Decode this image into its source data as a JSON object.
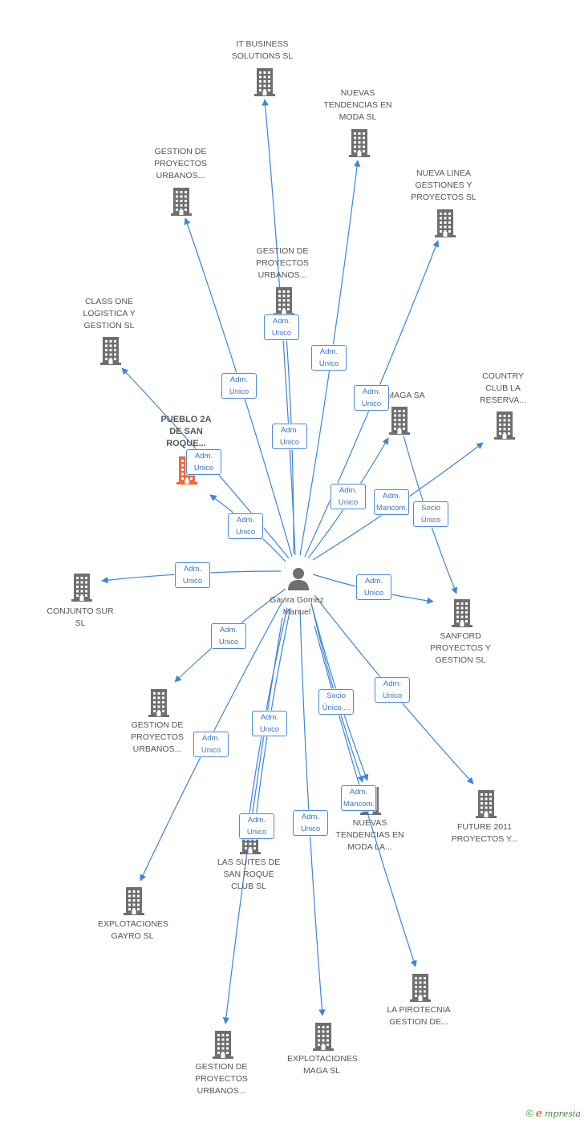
{
  "colors": {
    "edge": "#3f84da",
    "company_icon": "#6f6f6f",
    "focus_icon": "#ef6a3a",
    "person_icon": "#6f6f6f",
    "label_border": "#4a8bd8",
    "label_text": "#3a74c4"
  },
  "person": {
    "name": "Gavira Gomez Manuel",
    "icon": "person-icon"
  },
  "companies": [
    {
      "id": "it-business",
      "label": "IT BUSINESS SOLUTIONS SL",
      "icon": "building-icon"
    },
    {
      "id": "nuevas-tendencias-1",
      "label": "NUEVAS TENDENCIAS EN MODA SL",
      "icon": "building-icon"
    },
    {
      "id": "gestion-urbanos-1",
      "label": "GESTION DE PROYECTOS URBANOS...",
      "icon": "building-icon"
    },
    {
      "id": "nueva-linea",
      "label": "NUEVA LINEA GESTIONES Y PROYECTOS SL",
      "icon": "building-icon"
    },
    {
      "id": "gestion-urbanos-2",
      "label": "GESTION DE PROYECTOS URBANOS...",
      "icon": "building-icon"
    },
    {
      "id": "class-one",
      "label": "CLASS ONE LOGISTICA Y GESTION SL",
      "icon": "building-icon"
    },
    {
      "id": "country-club",
      "label": "COUNTRY CLUB LA RESERVA...",
      "icon": "building-icon"
    },
    {
      "id": "maga-sa",
      "label": "MAGA SA",
      "icon": "building-icon"
    },
    {
      "id": "pueblo-2a",
      "label": "PUEBLO 2A DE SAN ROQUE...",
      "icon": "building-icon",
      "focus": true
    },
    {
      "id": "conjunto-sur",
      "label": "CONJUNTO SUR SL",
      "icon": "building-icon"
    },
    {
      "id": "sanford",
      "label": "SANFORD PROYECTOS Y GESTION SL",
      "icon": "building-icon"
    },
    {
      "id": "gestion-urbanos-3",
      "label": "GESTION DE PROYECTOS URBANOS...",
      "icon": "building-icon"
    },
    {
      "id": "future-2011",
      "label": "FUTURE 2011 PROYECTOS Y...",
      "icon": "building-icon"
    },
    {
      "id": "nuevas-tendencias-la",
      "label": "NUEVAS TENDENCIAS EN MODA LA...",
      "icon": "building-icon"
    },
    {
      "id": "las-suites",
      "label": "LAS SUITES DE SAN ROQUE CLUB SL",
      "icon": "building-icon"
    },
    {
      "id": "explotaciones-gayro",
      "label": "EXPLOTACIONES GAYRO SL",
      "icon": "building-icon"
    },
    {
      "id": "la-pirotecnia",
      "label": "LA PIROTECNIA GESTION DE...",
      "icon": "building-icon"
    },
    {
      "id": "gestion-urbanos-4",
      "label": "GESTION DE PROYECTOS URBANOS...",
      "icon": "building-icon"
    },
    {
      "id": "explotaciones-maga",
      "label": "EXPLOTACIONES MAGA SL",
      "icon": "building-icon"
    }
  ],
  "relations": [
    {
      "to": "it-business",
      "label": "Adm. Unico"
    },
    {
      "to": "nuevas-tendencias-1",
      "label": "Adm. Unico"
    },
    {
      "to": "gestion-urbanos-1",
      "label": "Adm. Unico"
    },
    {
      "to": "nueva-linea",
      "label": "Adm. Unico"
    },
    {
      "to": "gestion-urbanos-2",
      "label": "Adm. Unico"
    },
    {
      "to": "class-one",
      "label": "Adm. Unico"
    },
    {
      "to": "country-club",
      "label": "Adm. Mancom."
    },
    {
      "to": "maga-sa",
      "label": "Adm. Unico"
    },
    {
      "to": "pueblo-2a",
      "label": "Adm. Unico"
    },
    {
      "to": "conjunto-sur",
      "label": "Adm. Unico"
    },
    {
      "to": "sanford",
      "label": "Adm. Unico"
    },
    {
      "to": "gestion-urbanos-3",
      "label": "Adm. Unico"
    },
    {
      "to": "future-2011",
      "label": "Adm. Unico"
    },
    {
      "to": "nuevas-tendencias-la",
      "label": "Socio Único,..."
    },
    {
      "to": "nuevas-tendencias-la",
      "label": "Adm. Mancom."
    },
    {
      "to": "las-suites",
      "label": "Adm. Unico"
    },
    {
      "to": "las-suites",
      "label": "Adm. Unico"
    },
    {
      "to": "explotaciones-gayro",
      "label": "Adm. Unico"
    },
    {
      "to": "la-pirotecnia",
      "label": "Adm. Mancom."
    },
    {
      "to": "gestion-urbanos-4",
      "label": "Adm. Unico"
    },
    {
      "to": "explotaciones-maga",
      "label": "Adm. Unico"
    },
    {
      "from": "maga-sa",
      "to": "sanford",
      "label": "Socio Único"
    }
  ],
  "footer": {
    "copyright": "©",
    "brand_initial": "e",
    "brand_rest": "mpresia"
  }
}
